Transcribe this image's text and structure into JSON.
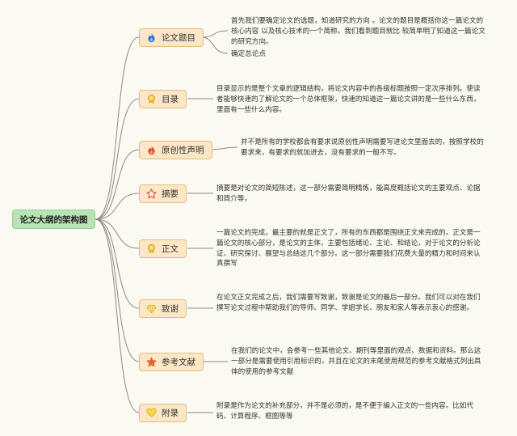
{
  "root": {
    "label": "论文大纲的架构图"
  },
  "branches": [
    {
      "label": "论文题目",
      "icon": "flame-blue-icon",
      "desc": "首先我们要确定论文的选题，知道研究的方向 。论文的题目是概括你这一篇论文的核心内容 以及核心技术的一个简称。我们看到题目就比 较简单明了知道这一篇论文的研究方向。",
      "sub": "确定总论点"
    },
    {
      "label": "目录",
      "icon": "badge-icon",
      "desc": "目录显示的是整个文章的逻辑结构，将论文内容中的各级标题按照一定次序排列。使读者能够快速的了解论文的一个总体框架，快速的知道这一篇论文讲的是一些什么东西，里面有一些什么内容。"
    },
    {
      "label": "原创性声明",
      "icon": "flame-red-icon",
      "desc": "并不是所有的学校都会有要求说原创性声明需要写进论文里面去的，按照学校的要求来，有要求的就加进去，没有要求的一般不写。"
    },
    {
      "label": "摘要",
      "icon": "star-outline-icon",
      "desc": "摘要是对论文的简短陈述，这一部分需要简明精炼，能高度概括论文的主要观点、论据和简介等，"
    },
    {
      "label": "正文",
      "icon": "badge-icon",
      "desc": "一篇论文的完成，最主要的就是正文了，所有的东西都是围绕正文来完成的。正文是一篇论文的核心部分，是论文的主体，主要包括绪论、主论、和结论，对于论文的分析论证、研究探讨、展望与总结这几个部分。这一部分需要我们花费大量的精力和时间来认真撰写"
    },
    {
      "label": "致谢",
      "icon": "diamond-icon",
      "desc": "在论文正文完成之后，我们需要写致谢，致谢是论文的最后一部分。我们可以对在我们撰写论文过程中帮助我们的导师、同学、学姐学长、朋友和家人等表示衷心的感谢。"
    },
    {
      "label": "参考文献",
      "icon": "star-filled-icon",
      "desc": "在我们的论文中，会参考一些其他论文、期刊等里面的观点、数据和资料。那么这一部分是需要使用引用标识的，并且在论文的末尾使用规范的参考文献格式列出具体的使用的参考文献"
    },
    {
      "label": "附录",
      "icon": "heart-icon",
      "desc": "附录是作为论文的补充部分，并不是必须的，是不便于编入正文的一些内容。比如代码、计算程序、框图等等"
    }
  ],
  "colors": {
    "root_fill": "#b7e3b5",
    "node_fill": "#fbe7c6",
    "node_border": "#e3bd84",
    "line": "#8a8a80"
  }
}
